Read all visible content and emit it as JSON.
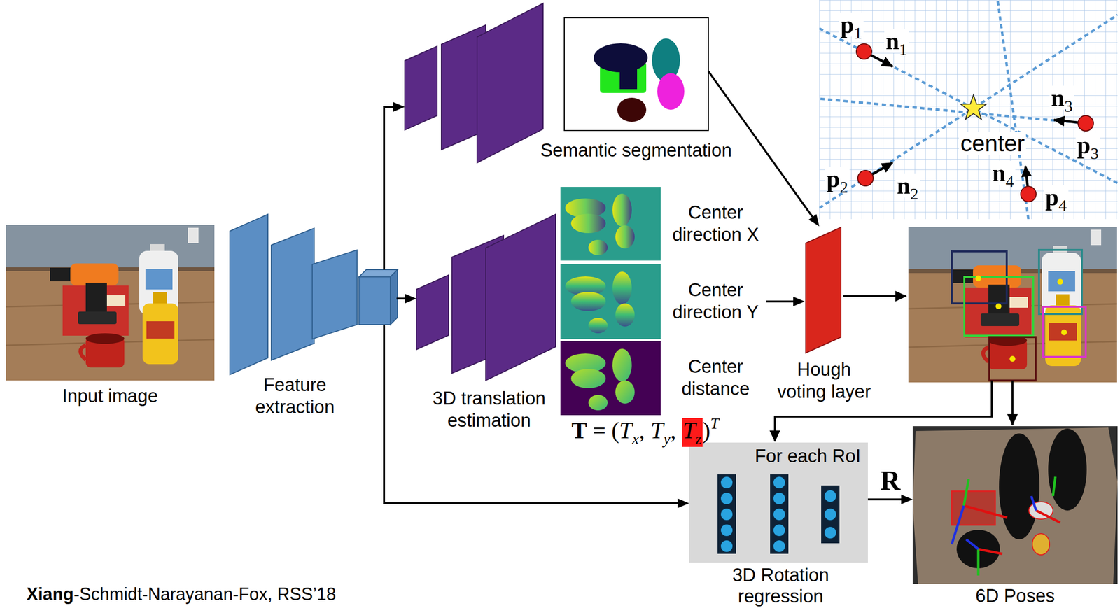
{
  "diagram": {
    "nodes": [
      {
        "text": [
          "Input image"
        ]
      },
      {
        "text": [
          "Feature extraction"
        ]
      },
      {
        "text": [
          "Semantic segmentation"
        ]
      },
      {
        "text": [
          "3D translation estimation"
        ]
      },
      {
        "text": [
          "Center direction X"
        ]
      },
      {
        "text": [
          "Center direction Y"
        ]
      },
      {
        "text": [
          "Center distance"
        ]
      },
      {
        "text": [
          "Hough voting layer"
        ]
      },
      {
        "text": [
          "For each RoI",
          "3D Rotation regression"
        ]
      },
      {
        "text": [
          "6D Poses"
        ]
      }
    ],
    "edges": [
      {
        "from": 1,
        "to": 2,
        "arrow": "to"
      },
      {
        "from": 1,
        "to": 3,
        "arrow": "to"
      },
      {
        "from": 1,
        "to": 8,
        "arrow": "to"
      },
      {
        "from": 2,
        "to": 7,
        "arrow": "to"
      },
      {
        "from": 5,
        "to": 7,
        "arrow": "to"
      },
      {
        "from": 8,
        "to": 9,
        "label": "R",
        "arrow": "to"
      }
    ],
    "labels": [
      "p",
      "1",
      "n",
      "1",
      "n",
      "3",
      "p",
      "3",
      "center",
      "p",
      "2",
      "n",
      "2",
      "n",
      "4",
      "p",
      "4",
      "T",
      " = (",
      "T",
      "x",
      ", ",
      "T",
      "y",
      ", ",
      "T",
      "z",
      ")",
      "T",
      "Xiang",
      "-Schmidt-Narayanan-Fox, RSS’18"
    ]
  }
}
